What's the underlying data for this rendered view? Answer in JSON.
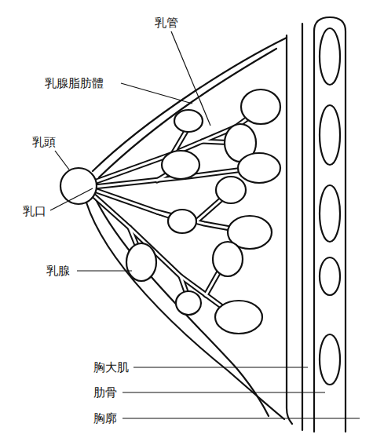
{
  "diagram": {
    "labels": [
      "乳管",
      "乳腺脂肪體",
      "乳頭",
      "乳口",
      "乳腺",
      "胸大肌",
      "肋骨",
      "胸廓"
    ]
  }
}
